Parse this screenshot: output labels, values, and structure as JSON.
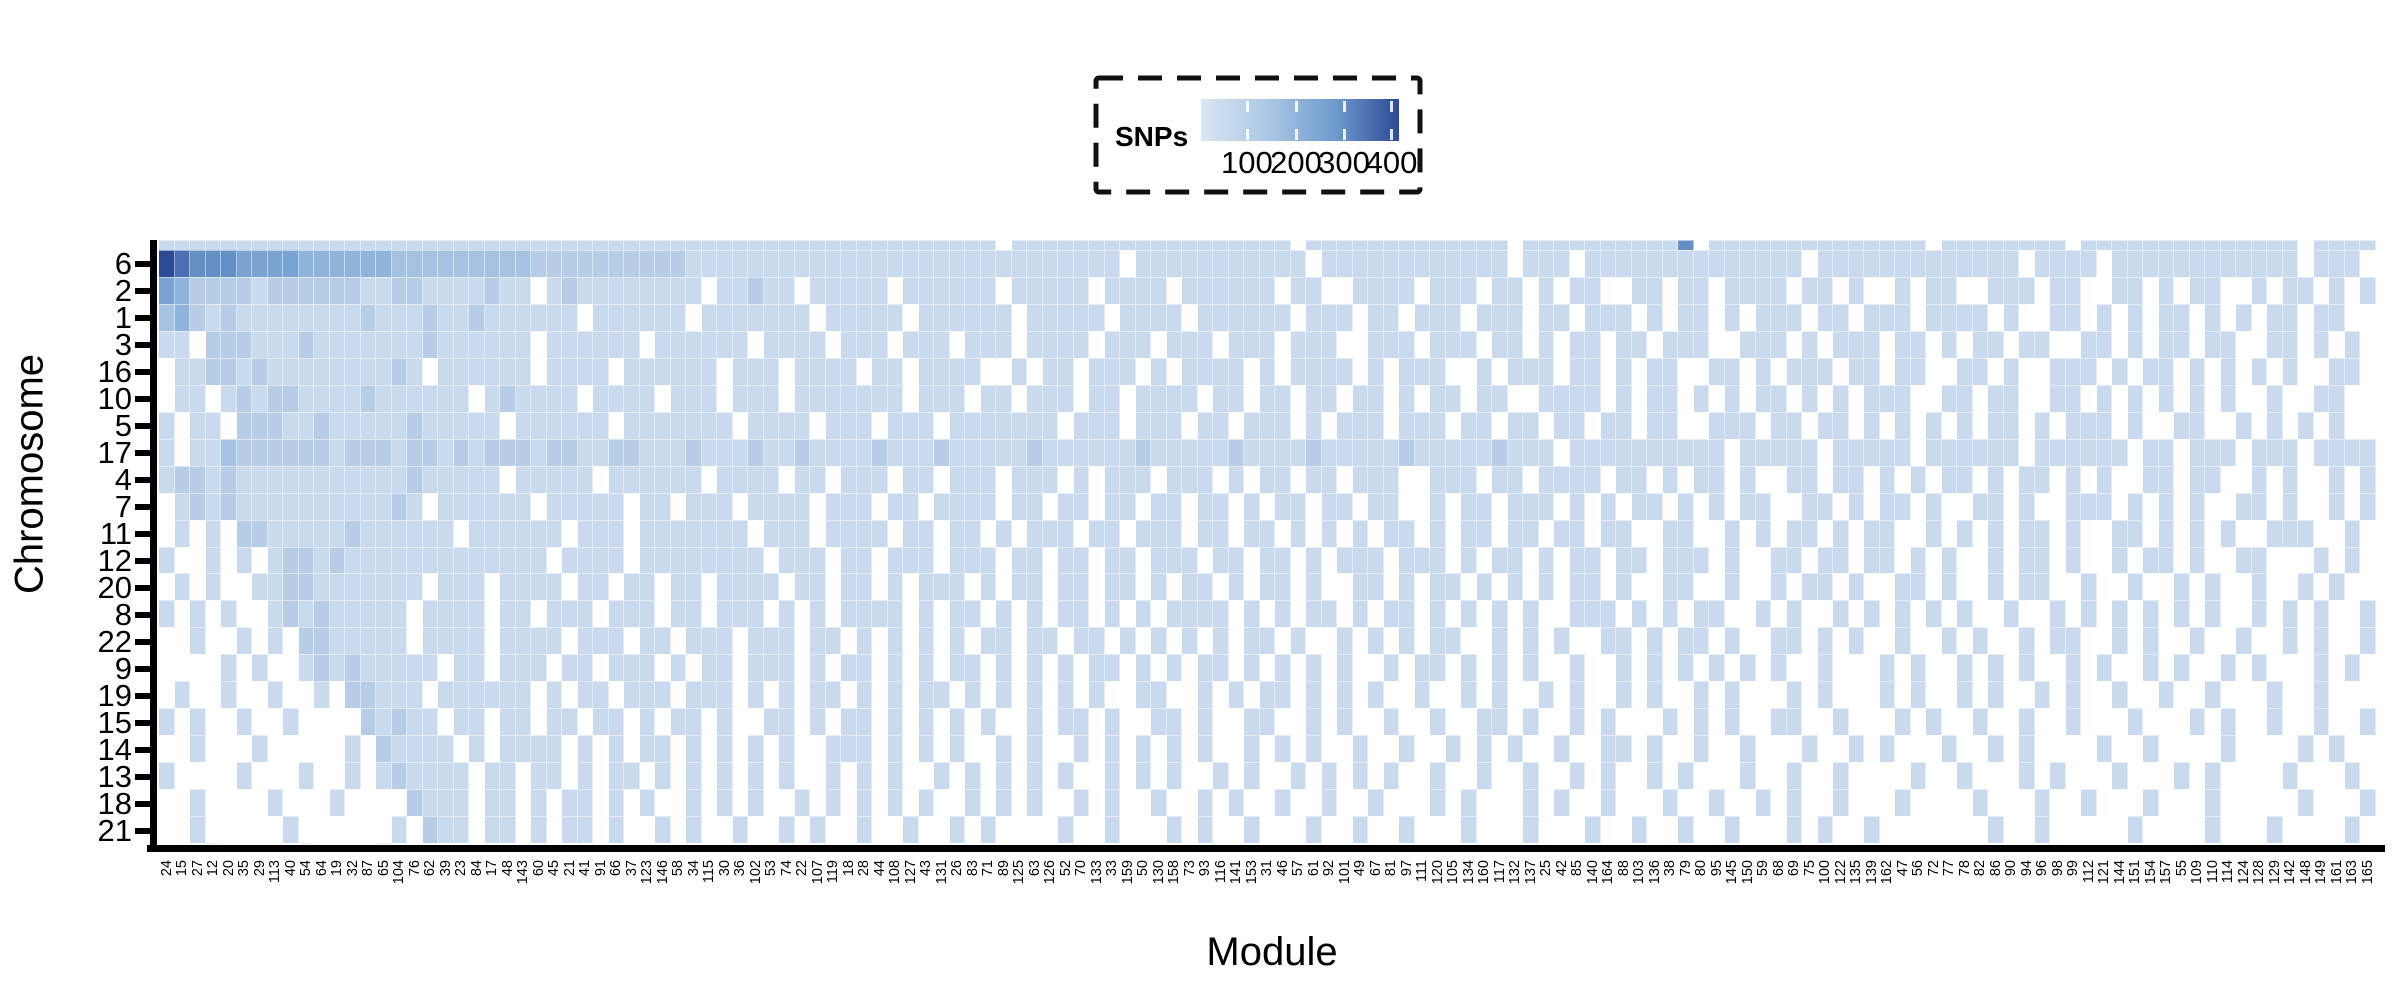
{
  "legend": {
    "title": "SNPs",
    "ticks": [
      "100",
      "200",
      "300",
      "400"
    ],
    "tick_fractions": [
      0.232,
      0.48,
      0.722,
      0.962
    ],
    "gradient_from": "#dae6f4",
    "gradient_to": "#2d4a94"
  },
  "axes": {
    "x_title": "Module",
    "y_title": "Chromosome"
  },
  "chart_data": {
    "type": "heatmap",
    "title": "",
    "xlabel": "Module",
    "ylabel": "Chromosome",
    "value_label": "SNPs",
    "value_range": [
      0,
      420
    ],
    "legend_tick_values": [
      100,
      200,
      300,
      400
    ],
    "grid": false,
    "legend_position": "top-center-dashed-box",
    "palette": [
      "#ffffff",
      "#dbe6f4",
      "#c9d9ee",
      "#b7cde6",
      "#a5c2e0",
      "#8fb4d9",
      "#79a3d0",
      "#6490c5",
      "#4a6fb2",
      "#2d4a94"
    ],
    "level_values": [
      0,
      15,
      40,
      70,
      105,
      145,
      195,
      255,
      325,
      420
    ],
    "columns": [
      "24",
      "15",
      "27",
      "12",
      "20",
      "35",
      "29",
      "113",
      "40",
      "54",
      "64",
      "19",
      "32",
      "87",
      "65",
      "104",
      "76",
      "62",
      "39",
      "23",
      "84",
      "17",
      "48",
      "143",
      "60",
      "45",
      "21",
      "41",
      "91",
      "66",
      "37",
      "123",
      "146",
      "58",
      "34",
      "115",
      "30",
      "36",
      "102",
      "53",
      "74",
      "22",
      "107",
      "119",
      "18",
      "28",
      "44",
      "108",
      "127",
      "43",
      "131",
      "26",
      "83",
      "71",
      "89",
      "125",
      "63",
      "126",
      "52",
      "70",
      "133",
      "33",
      "159",
      "50",
      "130",
      "158",
      "73",
      "93",
      "116",
      "141",
      "153",
      "31",
      "46",
      "57",
      "61",
      "92",
      "101",
      "49",
      "67",
      "81",
      "97",
      "111",
      "120",
      "105",
      "134",
      "160",
      "117",
      "132",
      "137",
      "25",
      "42",
      "85",
      "140",
      "164",
      "88",
      "103",
      "136",
      "38",
      "79",
      "80",
      "95",
      "145",
      "150",
      "59",
      "68",
      "69",
      "75",
      "100",
      "122",
      "135",
      "139",
      "162",
      "47",
      "56",
      "72",
      "77",
      "78",
      "82",
      "86",
      "90",
      "94",
      "96",
      "98",
      "99",
      "112",
      "121",
      "144",
      "151",
      "154",
      "157",
      "55",
      "109",
      "110",
      "114",
      "124",
      "128",
      "129",
      "142",
      "148",
      "149",
      "161",
      "163",
      "165"
    ],
    "clipped_top_row": {
      "cells": "22222222222222222222222222222222222222222222222222222202222222222222222220222222222222202222222222702222222222222202222222202222222222222202222"
    },
    "rows": [
      {
        "chromosome": "6",
        "cells": "98777666655555544444444433333333332222222222222222222222222222022222222222022222222222202220222222222222220222222222222202222022222222222202220"
      },
      {
        "chromosome": "2",
        "cells": "65333323333332233222232202322222222022322022222022222202222202222022222202200222202220220202200220220222202202002022002220220022020220020220202"
      },
      {
        "chromosome": "1",
        "cells": "45323222222223222322322222202222220222222202222202222220222220222202222220222022022202220220222020220202220220222022220200220202022020202202200220"
      },
      {
        "chromosome": "3",
        "cells": "33322232222222322222202222220222222022220222022202220222202220222022202220022202220220202202202220022202022202202022022002202022022002202020022"
      },
      {
        "chromosome": "16",
        "cells": "33232222222232022222202222022222202220222202202222002022022202022220202222020222002022202202022002202022202202200220200222020220202020200220022 02"
      },
      {
        "chromosome": "10",
        "cells": "32332222322222202322220222202220222022222220222022022202202222022022022022020220220022220202202020220202022200220220022020202020200200220020220"
      },
      {
        "chromosome": "5",
        "cells": "33322322222322222022222202222222022220222022202222222022202220220222020222022202202202202202200222022022020202020220202220200220020202020020 22"
      },
      {
        "chromosome": "17",
        "cells": "43333332333233232333233223322232223223222232223222223222222322222322223222223222223222022222222220222220222220222222022222202202220222022222"
      },
      {
        "chromosome": "4",
        "cells": "33232222222222232222202222202222220222202202220220222022202022202220202202202220022202202222022020220200220220202022020220202002202200202002020 2"
      },
      {
        "chromosome": "7",
        "cells": "32322222222223202222220222220220222022220222022022220220220220220220202202202200202202220202022020202200220202202002202002220202020022020020202020"
      },
      {
        "chromosome": "11",
        "cells": "33222223222222022222202220222222202220222202202202022202202220220220202020220202202202202200220020202202022002020202202002202020200222002020020202"
      },
      {
        "chromosome": "12",
        "cells": "33232222222222222022220222222220222022022202220220220220222022022020222022202022020220220222020022022022020200202202002022020022000202002020022"
      },
      {
        "chromosome": "20",
        "cells": "33222222202220222202202202202222022022020222020220220220202202022020022020220202020220200220020020220200220200202200200200202002002020020202002"
      },
      {
        "chromosome": "8",
        "cells": "32322222022220220222022202202220202022220202202020220202022220202022020220202020200222020202200202002020202020020020202020202002020200200200202 0"
      },
      {
        "chromosome": "22",
        "cells": "33222220222202222022202202220222022020202020220220220202020202202002020202200202020022020220200220202002002020020220020200200200202002000020200 2"
      },
      {
        "chromosome": "9",
        "cells": "32322222022022202202220202202220202202020220202020220202022020202020020220202020020020202020202002000202002020200202002020020200020200200200200 20"
      },
      {
        "chromosome": "19",
        "cells": "33222022222202022022202220202022020202202020202020022002020220202020020020200202002020020200020200020200202002020020020020002002000202002002000 0"
      },
      {
        "chromosome": "15",
        "cells": "32322022022022022020220200220202202020202002022020022020022002020020020022020020200020202002200200020200200200200020002020020020020020002000002 0"
      },
      {
        "chromosome": "14",
        "cells": "32222020222202020220202020200222020202002020020202020200202020020020020202002002202002002000200202000200202000020020000200002020020000200020020 2"
      },
      {
        "chromosome": "13",
        "cells": "32222022022020220202020202002020200202020202002020200202002020202002002002002020020200020020020000200200020200020002020000200020002000020002000 0"
      },
      {
        "chromosome": "18",
        "cells": "32220220202202020020202002020202020020202002020020020200200200200020200020200200020020020200200020000200020020002000200000200020020000020000002 0"
      },
      {
        "chromosome": "21",
        "cells": "32202202022020020200200202002002002020000200200020200200020020020002000200020020020020002020020000000200200000200002000200002000020000020000200 0"
      }
    ]
  }
}
